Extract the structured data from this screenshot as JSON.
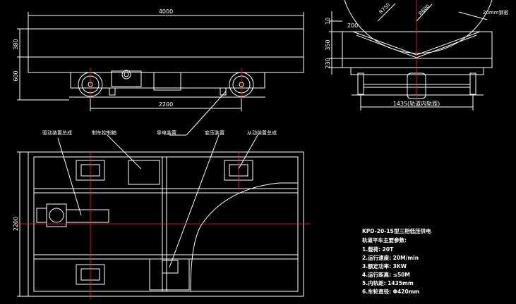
{
  "drawing": {
    "dimensions": {
      "front_length": "4000",
      "front_height_top": "380",
      "front_height_bottom": "600",
      "wheelbase": "2200",
      "side_ten": "10",
      "side_350": "350",
      "side_230": "230",
      "side_200": "200",
      "track_gauge": "1435(轨道内轨距)",
      "plan_width": "2200"
    },
    "annotations": {
      "plate": "20mm钢板",
      "radius_a": "R750",
      "radius_b": "R600"
    },
    "callouts": [
      {
        "id": "drive",
        "text": "驱动装置总成"
      },
      {
        "id": "control",
        "text": "制车控制箱"
      },
      {
        "id": "guide",
        "text": "导电装置"
      },
      {
        "id": "transformer",
        "text": "变压装置"
      },
      {
        "id": "driven",
        "text": "从动装置总成"
      }
    ],
    "specs": {
      "title": "KPD-20-1S型三相低压供电",
      "subtitle": "轨道平车主要参数:",
      "items": [
        "1.载荷: 20T",
        "2.运行速度: 20M/min",
        "3.额定功率: 3KW",
        "4.运行距离: ≤50M",
        "5.内轨距: 1435mm",
        "6.车轮直径: Φ420mm"
      ]
    },
    "colors": {
      "background": "#000000",
      "outline": "#ffffff",
      "centerline": "#ff2020",
      "callout_line": "#ffffff"
    }
  }
}
